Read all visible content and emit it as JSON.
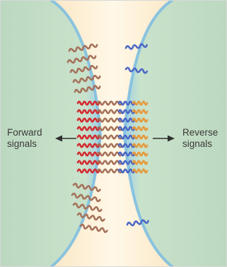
{
  "labels": {
    "forward_line1": "Forward",
    "forward_line2": "signals",
    "reverse_line1": "Reverse",
    "reverse_line2": "signals"
  },
  "colors": {
    "cell_fill": "#c3dcc6",
    "membrane_edge": "#8ec7e8",
    "gap_fill": "#fbe6c3",
    "gap_center": "#fff9ea",
    "ligand_brown": "#a5715a",
    "ligand_red": "#d32a2f",
    "receptor_blue": "#4b68c4",
    "receptor_orange": "#e59a3d",
    "arrow": "#2f2f2f"
  }
}
